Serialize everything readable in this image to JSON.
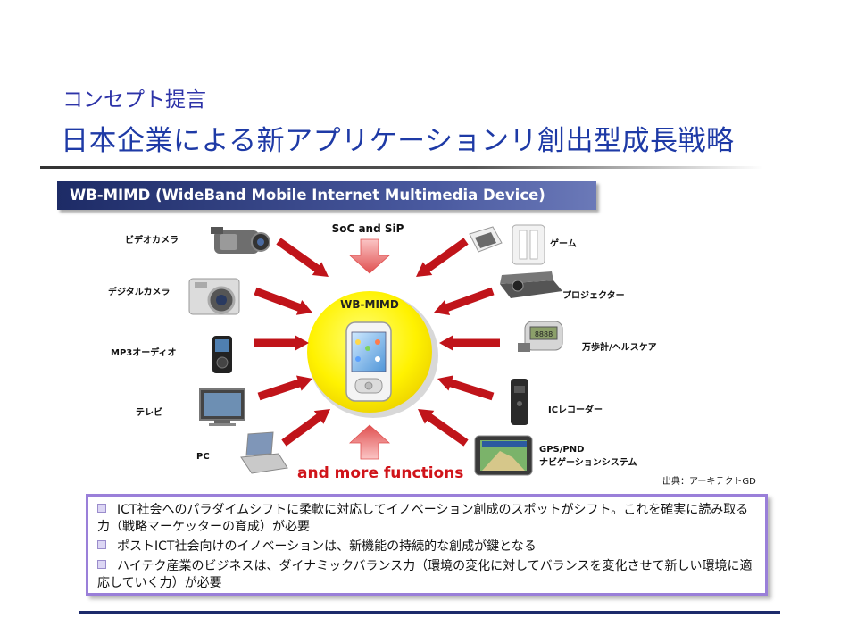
{
  "slide": {
    "subtitle": "コンセプト提言",
    "title": "日本企業による新アプリケーションリ創出型成長戦略",
    "banner": "WB-MIMD (WideBand Mobile Internet Multimedia Device)",
    "center_label": "WB-MIMD",
    "top_label": "SoC and SiP",
    "bottom_label": "and more functions",
    "source": "出典：アーキテクトGD",
    "left_devices": [
      "ビデオカメラ",
      "デジタルカメラ",
      "MP3オーディオ",
      "テレビ",
      "PC"
    ],
    "right_devices": [
      "ゲーム",
      "プロジェクター",
      "万歩計/ヘルスケア",
      "ICレコーダー",
      "GPS/PND",
      "ナビゲーションシステム"
    ],
    "notes": [
      "ICT社会へのパラダイムシフトに柔軟に対応してイノベーション創成のスポットがシフト。これを確実に読み取る力（戦略マーケッターの育成）が必要",
      "ポストICT社会向けのイノベーションは、新機能の持続的な創成が鍵となる",
      "ハイテク産業のビジネスは、ダイナミックバランス力（環境の変化に対してバランスを変化させて新しい環境に適応していく力）が必要"
    ]
  },
  "colors": {
    "title": "#1e3aa6",
    "arrow": "#c0141a",
    "banner": "#2a3878",
    "note_border": "#9a7fd9",
    "center_circle": "#fff200"
  }
}
